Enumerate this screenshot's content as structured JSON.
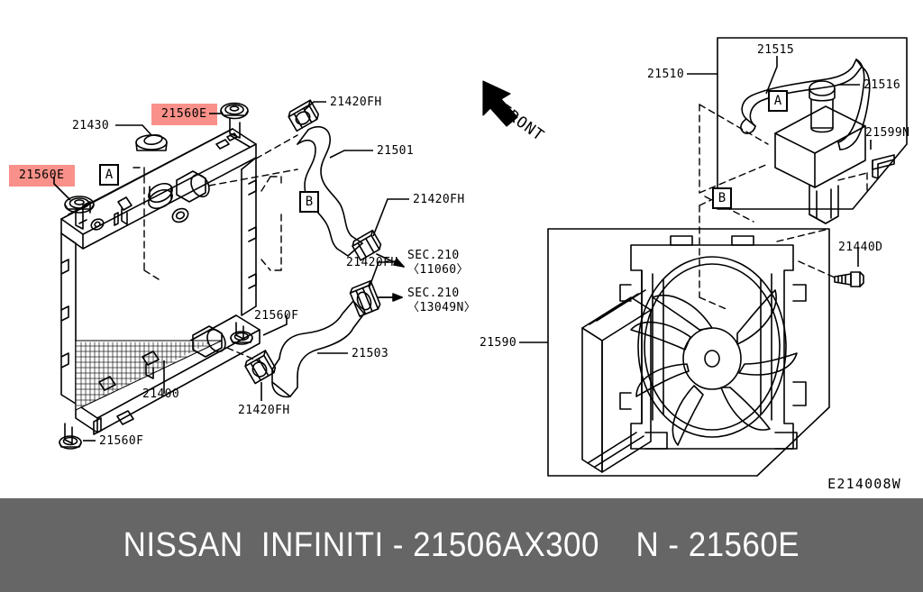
{
  "banner": {
    "text": "NISSAN  INFINITI - 21506AX300    N - 21560E"
  },
  "diagram": {
    "drawing_code": "E214008W",
    "front_label": "FRONT",
    "highlight_color": "#f9918a",
    "markers": [
      {
        "id": "marker-a-left",
        "label": "A"
      },
      {
        "id": "marker-b-left",
        "label": "B"
      },
      {
        "id": "marker-a-right",
        "label": "A"
      },
      {
        "id": "marker-b-right",
        "label": "B"
      }
    ],
    "callouts": [
      {
        "id": "c-21430",
        "label": "21430",
        "highlighted": false
      },
      {
        "id": "c-21560e-1",
        "label": "21560E",
        "highlighted": true
      },
      {
        "id": "c-21560e-2",
        "label": "21560E",
        "highlighted": true
      },
      {
        "id": "c-21420fh-1",
        "label": "21420FH",
        "highlighted": false
      },
      {
        "id": "c-21501",
        "label": "21501",
        "highlighted": false
      },
      {
        "id": "c-21420fh-2",
        "label": "21420FH",
        "highlighted": false
      },
      {
        "id": "c-sec-11060",
        "label": "SEC.210\n〈11060〉",
        "highlighted": false
      },
      {
        "id": "c-21420fh-3",
        "label": "21420FH",
        "highlighted": false
      },
      {
        "id": "c-sec-13049",
        "label": "SEC.210\n〈13049N〉",
        "highlighted": false
      },
      {
        "id": "c-21560f-1",
        "label": "21560F",
        "highlighted": false
      },
      {
        "id": "c-21503",
        "label": "21503",
        "highlighted": false
      },
      {
        "id": "c-21400",
        "label": "21400",
        "highlighted": false
      },
      {
        "id": "c-21420fh-4",
        "label": "21420FH",
        "highlighted": false
      },
      {
        "id": "c-21560f-2",
        "label": "21560F",
        "highlighted": false
      },
      {
        "id": "c-21510",
        "label": "21510",
        "highlighted": false
      },
      {
        "id": "c-21515",
        "label": "21515",
        "highlighted": false
      },
      {
        "id": "c-21516",
        "label": "21516",
        "highlighted": false
      },
      {
        "id": "c-21599n",
        "label": "21599N",
        "highlighted": false
      },
      {
        "id": "c-21440d",
        "label": "21440D",
        "highlighted": false
      },
      {
        "id": "c-21590",
        "label": "21590",
        "highlighted": false
      }
    ]
  }
}
